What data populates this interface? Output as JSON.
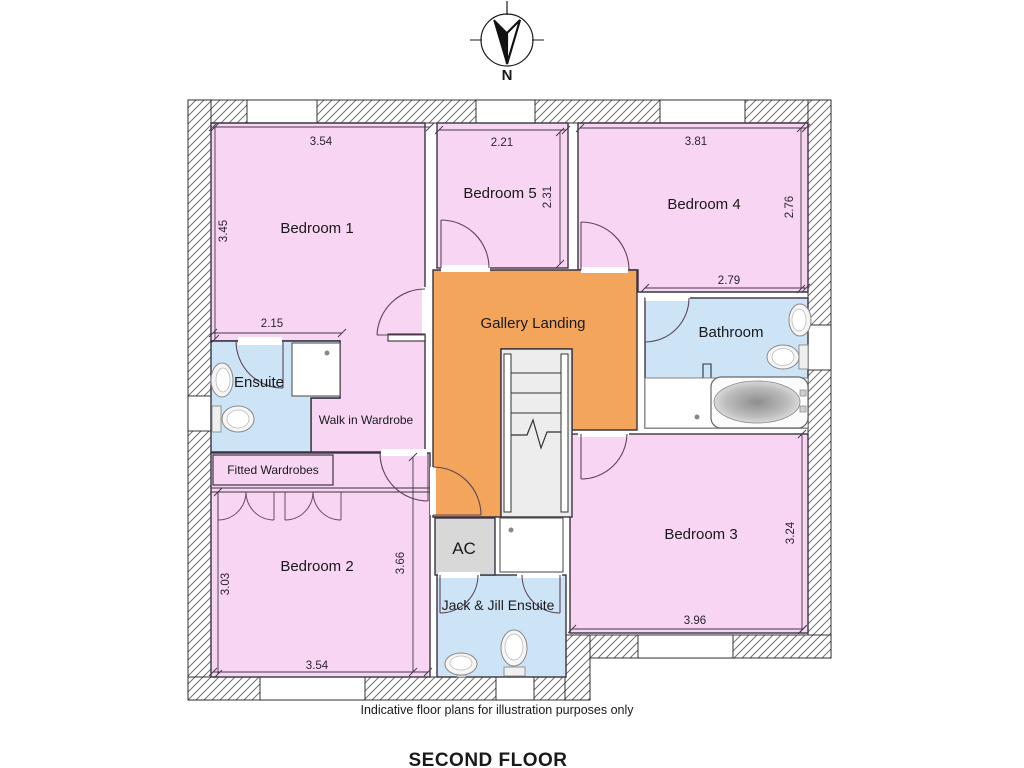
{
  "title": "SECOND FLOOR",
  "disclaimer": "Indicative floor plans for illustration purposes only",
  "compass": {
    "north": "N"
  },
  "rooms": {
    "bedroom1": {
      "label": "Bedroom 1"
    },
    "bedroom2": {
      "label": "Bedroom 2"
    },
    "bedroom3": {
      "label": "Bedroom 3"
    },
    "bedroom4": {
      "label": "Bedroom 4"
    },
    "bedroom5": {
      "label": "Bedroom 5"
    },
    "gallery": {
      "label": "Gallery Landing"
    },
    "bathroom": {
      "label": "Bathroom"
    },
    "ensuite": {
      "label": "Ensuite"
    },
    "walk_in_wardrobe": {
      "label": "Walk in Wardrobe"
    },
    "fitted_wardrobes": {
      "label": "Fitted Wardrobes"
    },
    "ac": {
      "label": "AC"
    },
    "jack_jill": {
      "label": "Jack & Jill Ensuite"
    }
  },
  "dimensions": {
    "bedroom1_width": "3.54",
    "bedroom1_depth": "3.45",
    "bedroom1_sub_width": "2.15",
    "bedroom5_width": "2.21",
    "bedroom5_depth": "2.31",
    "bedroom4_width": "3.81",
    "bedroom4_depth": "2.76",
    "bedroom4_sub_width": "2.79",
    "bedroom2_depth_left": "3.03",
    "bedroom2_depth_right": "3.66",
    "bedroom2_width": "3.54",
    "bedroom3_depth": "3.24",
    "bedroom3_width": "3.96"
  },
  "colors": {
    "bedroom_pink": "#f8d6f3",
    "landing_orange": "#f4a55c",
    "wet_room_blue": "#cde4f6",
    "closet_gray": "#d8d8d8",
    "stair_gray": "#ededed",
    "wall_outline": "#333333"
  }
}
